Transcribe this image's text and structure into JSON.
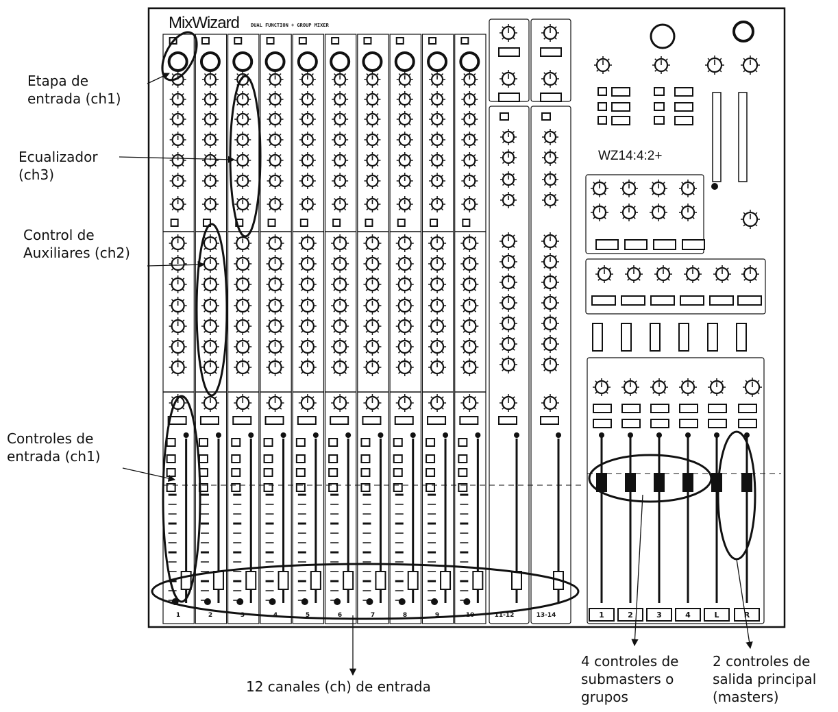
{
  "mixer": {
    "brand": "MixWizard",
    "subtitle": "DUAL FUNCTION + GROUP MIXER",
    "model": "WZ14:4:2+",
    "channel_strips": [
      "1",
      "2",
      "3",
      "4",
      "5",
      "6",
      "7",
      "8",
      "9",
      "10",
      "11-12",
      "13-14"
    ],
    "group_strips": [
      "1",
      "2",
      "3",
      "4",
      "L",
      "R"
    ]
  },
  "annotations": {
    "input_stage": "Etapa de\nentrada (ch1)",
    "equalizer": "Ecualizador\n(ch3)",
    "aux_control": "Control de\nAuxiliares (ch2)",
    "input_controls": "Controles de\nentrada (ch1)",
    "input_channels": "12 canales (ch) de entrada",
    "submasters": "4 controles de\nsubmasters o\ngrupos",
    "main_outputs": "2 controles de\nsalida principal\n(masters)"
  },
  "colors": {
    "ink": "#111111",
    "paper": "#ffffff",
    "panel": "#ffffff"
  }
}
